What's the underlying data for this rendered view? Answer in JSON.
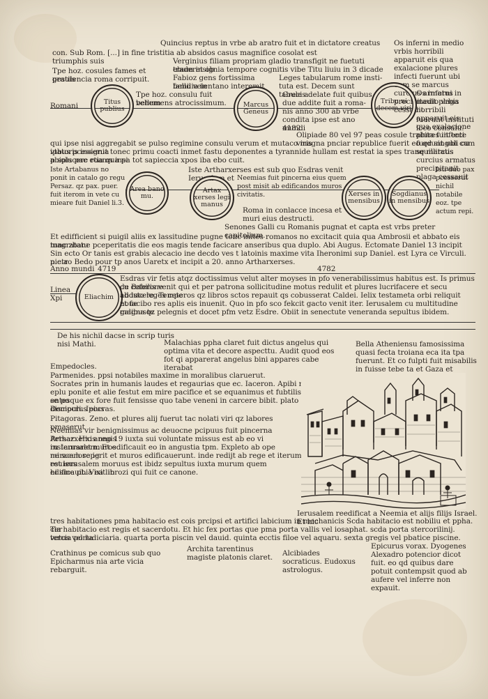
{
  "page": {
    "header": {
      "line1": "Quincius reptus in vrbe ab aratro fuit et in dictatore creatus",
      "line2": "con. Sub Rom. [...] in fine tristitia ab absidos casus magnifice cosolat est triumphis suis",
      "right": "Os inferni in medio vrbis horribili apparuit eis qua exalacione plures infecti fuerunt ubi cum se marcus curcius armatus precipitauit plaga cessauit"
    },
    "left_col": [
      "Tpe hoz. cosules fames et grauis",
      "pestilencia roma corripuit.",
      "Romani",
      "Tpe hoz. consulu fuit bellum",
      "vehemens atrocissimum."
    ],
    "center_top": [
      "Verginius filiam propriam gladio transfigit ne fuetuti traderet ob",
      "ebum insignia tempore cognitis vibe Titu liuiu in 3 dicade",
      "Fabioz gens fortissima familia in",
      "bello veientano interemit",
      "Leges tabularum rome insti-",
      "tuta est. Decem sunt tabule a",
      "Grecis delate fuit quibus",
      "due addite fuit a roma-",
      "nis anno 300 ab vrbe condita ipse est ano mundi",
      "4182."
    ],
    "medallions": {
      "titus": "Titus publius",
      "marcus": "Marcus Geneus",
      "tribuni": "Tribu ni decem viri",
      "area": "Area bano mu.",
      "artax": "Artax xerses legi manus",
      "xerses": "Xerses in mensibus",
      "sogdi": "Sogdianus in mensibus",
      "eliachim": "Eliachim"
    },
    "right_note": "fuerunt instituti loco consulu.",
    "olimpiade": "Olipiade 80 vel 97 peas cosule trabita fuit tece viris",
    "mid_para": [
      "qui ipse nisi aggregabit se pulso regimine consulu verum et mutaco magna pnciar republice fuerit eo qd singuli cu ipatoris insignia",
      "vtbus pcesserut tonec primu coacti inmet fastu deponentes a tyrannide hullam est restat ia spes tranquillitatis abipiscere roams insi",
      "p solu pac etia qua pa tot sapieccia xpos iba ebo cuit."
    ],
    "persia_row": {
      "a": "Iste Artabanus no ponit in catalo go regu Persaz. qz pax. puer. fuit iterom in vete cu mieare fuit Daniel li.3.",
      "b": "Iste Artharxerses est sub quo Esdras venit Ierusalem et",
      "c": "Neemias fuit pincerna eius quem post misit ab edificandos muros civitatis.",
      "d": "Isti duo pax pcesserut nichil notabile eoz. tpe actum repi.",
      "e": "Roma in conlacce incesa et muri eius destructi.",
      "f": "Senones Galli cu Romanis pugnat et capta est vrbs preter capitolium."
    },
    "esdras_intro": [
      "Et edifficient si puigil aliis ex lassitudine pugne tonc inites romanos no excitacit quia qua Ambrosii et abbato eis magratatu",
      "tunc zbane pceperitatis die eos magis tende facicare anseribus qua duplo. Abi Augus. Ectomate Daniel 13 incipit",
      "Sin ecto Or tanis est grabis alecacio ine decdo ves t latoinis maxime vita Iheronimi sup Daniel. est Lyra ce Virculi. n.c.a",
      "pietro Bedo pour tp anos Uaretx et incipit a 20. anno Artharxerses."
    ],
    "anno_mundi": {
      "label": "Anno mundi",
      "left": "4719",
      "right": "4782"
    },
    "esdras": [
      "Esdras vir fetis atqz doctissimus velut alter moyses in pfo venerabilissimus habitus est. Is primus de Babilone",
      "cu ceteris venit qui et per patrona sollicitudine motus redulit et plures lucrifacere et secu adducere. Tempe",
      "ab isto leges ceteros qz libros sctos repauit qs cobusserat Caldei. Ielix testameta orbi reliquit noue",
      "et facibo res aplis eis inuenit. Quo in pfo sco fekcit gacto venit iter. Ierusalem cu multitudine magna te",
      "galibusqz pelegnis et docet pfm vetz Esdre. Obiit in senectute veneranda sepultus ibidem."
    ],
    "linea": "Linea Xpi",
    "de_his": "De his nichil dacse in scrip turis nisi Mathi.",
    "malachias": "Malachias ppha claret fuit dictus angelus qui optima vita et decore aspecttu. Audit quod eos fot qi apparerat angelus bini appares cabe iterabat",
    "bella": "Bella Atheniensu famosissima quasi fecta troiana eca ita tpa fuerunt. Et co fulpti fuit misabilis in fuisse tebe ta et Gaza et diabane popul.",
    "philosophers": [
      "Empedocles.",
      "Parmenides. ppsi notabiles maxime in moralibus claruerut.",
      "Socrates prin in humanis laudes et regaurias que ec. Iaceron. Apibi ne",
      "eplu ponite et alie festut em mire pacifice et se equanimus et fubtilis se po",
      "entesque ex fore fuit fensisse quo tabe veneni in carcere bibit. plato discipulus eius",
      "Democri. Ipocras.",
      "Pitagoras. Zeno. et plures alij fuerut tac nolati viri qz labores pmaserut"
    ],
    "neemias": [
      "Neemias vir benignissimus ac deuocne pcipuus fuit pincerna Artharxerxis regis",
      "Persaz. Hic anno 19 iuxta sui voluntate missus est ab eo vi instauraret muros",
      "ru Ierusalem. Et edificauit eo in angustia tpm. Expleto ab ope miraculose ig",
      "ne scem reperit et muros edificauerunt. inde redijt ab rege et iterum reuisus",
      "est ierusalem moruus est ibidz sepultus iuxta murum quem edificauit. Vixit in",
      "hi sine pbia ea librozi qui fuit ce canone."
    ],
    "ierusalem_note": "Ierusalem reedificat a Neemia et alijs filijs Israel. Et hic",
    "tres": [
      "tres habitationes pma habitacio est cois prcipsi et artifici labicium in mechanicis Scda habitacio est nobiliu et ppha. Ter",
      "cia habitacio est regis et sacerdotu. Et hic fex portas que pma porta vallis vel iosaphat. scda porta stercorilinij. tercia porta",
      "vetus vel iudiciaria. quarta porta piscin vel dauid. quinta ecctis filoe vel aquaru. sexta gregis vel pbatice piscine."
    ],
    "bottom": {
      "crathinus": "Crathinus pe comicus sub quo Epicharmus nia arte vicia rebarguit.",
      "archita": "Archita tarentinus magiste platonis claret.",
      "alcibiades": "Alcibiades socraticus. Eudoxus astrologus.",
      "epicurus": "Epicurus vorax. Dyogenes Alexadro potencior dicot fuit. eo qd quibus dare potuit contempsit quod ab aufere vel inferre non expauit."
    }
  }
}
